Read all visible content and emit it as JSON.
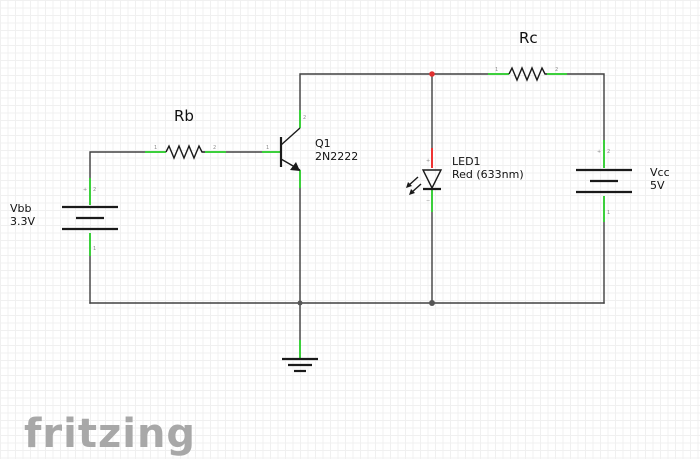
{
  "components": {
    "rb": {
      "name": "Rb"
    },
    "rc": {
      "name": "Rc"
    },
    "q1": {
      "name": "Q1",
      "part": "2N2222"
    },
    "led1": {
      "name": "LED1",
      "part": "Red (633nm)"
    },
    "vbb": {
      "name": "Vbb",
      "value": "3.3V"
    },
    "vcc": {
      "name": "Vcc",
      "value": "5V"
    }
  },
  "pin_labels": {
    "one": "1",
    "two": "2",
    "plus": "+",
    "minus": "−"
  },
  "colors": {
    "wire": "#404040",
    "pin": "#3ccf3c",
    "junction": "#555555",
    "junction_red": "#e03030",
    "logo": "#a8a8a8"
  },
  "brand": {
    "logo": "fritzing"
  }
}
